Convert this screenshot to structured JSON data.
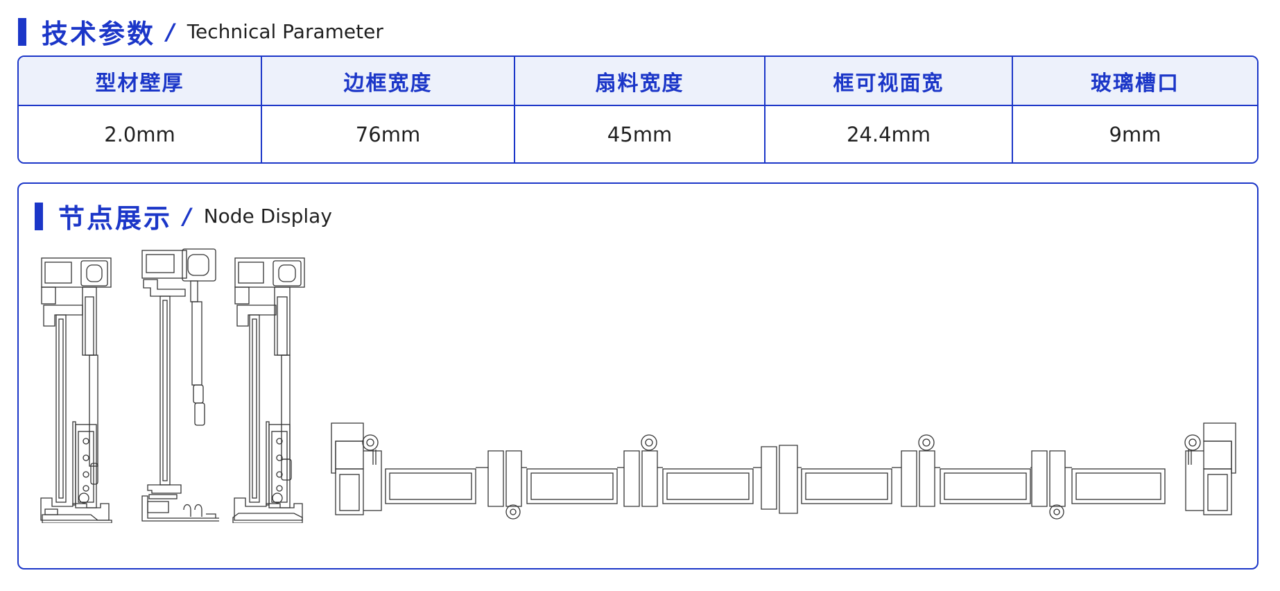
{
  "technical_parameter": {
    "title_zh": "技术参数",
    "slash": "/",
    "title_en": "Technical Parameter",
    "headers": [
      "型材壁厚",
      "边框宽度",
      "扇料宽度",
      "框可视面宽",
      "玻璃槽口"
    ],
    "values": [
      "2.0mm",
      "76mm",
      "45mm",
      "24.4mm",
      "9mm"
    ]
  },
  "node_display": {
    "title_zh": "节点展示",
    "slash": "/",
    "title_en": "Node Display",
    "drawings": [
      "vertical-section-1",
      "vertical-section-2",
      "vertical-section-3",
      "horizontal-section"
    ]
  },
  "colors": {
    "accent": "#1b36c8",
    "header_bg": "#edf1fb"
  }
}
